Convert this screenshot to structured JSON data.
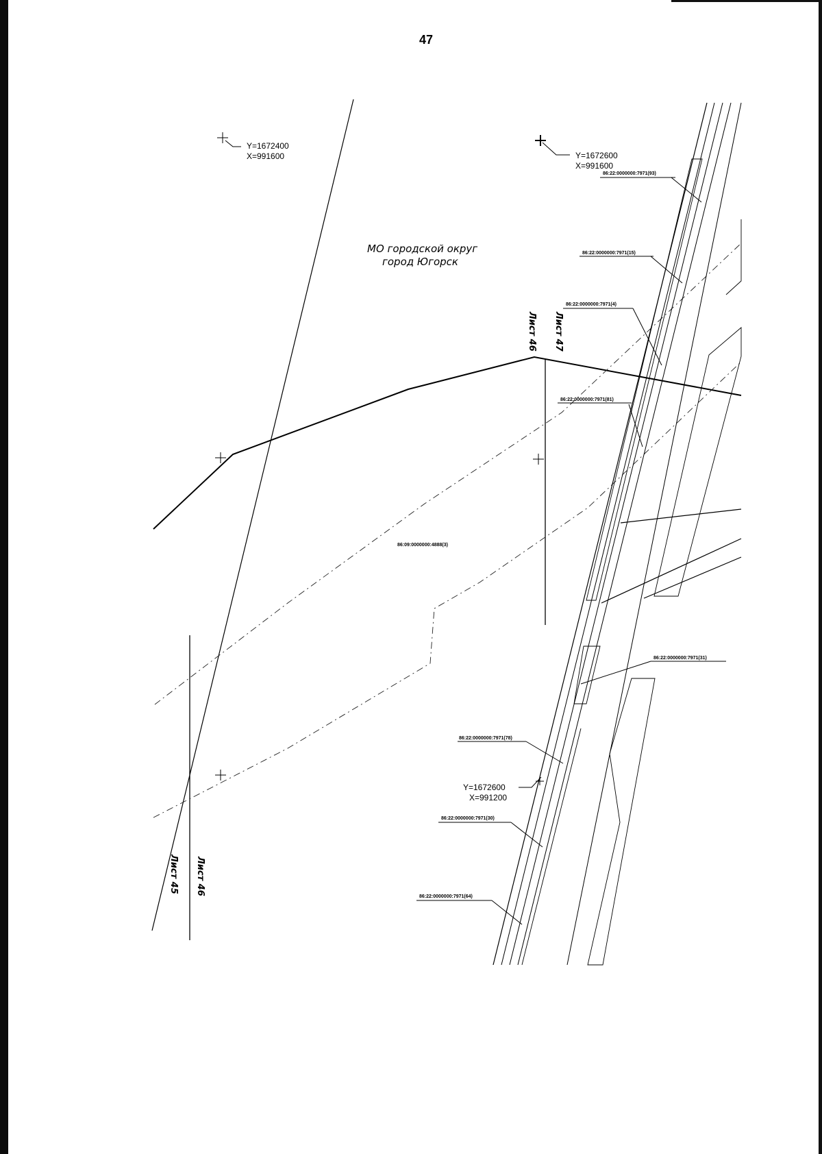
{
  "page_number": "47",
  "territory_label": {
    "line1": "МО городской округ",
    "line2": "город Югорск"
  },
  "coordinate_marks": [
    {
      "y": "Y=1672400",
      "x": "X=991600"
    },
    {
      "y": "Y=1672600",
      "x": "X=991600"
    },
    {
      "y": "Y=1672600",
      "x": "X=991200"
    }
  ],
  "sheet_labels": {
    "top_left": "Лист 46",
    "top_right": "Лист 47",
    "bottom_left": "Лист 45",
    "bottom_right": "Лист 46"
  },
  "parcels": [
    "86:22:0000000:7971(93)",
    "86:22:0000000:7971(15)",
    "86:22:0000000:7971(4)",
    "86:22:0000000:7971(81)",
    "86:09:0000000:4888(3)",
    "86:22:0000000:7971(31)",
    "86:22:0000000:7971(78)",
    "86:22:0000000:7971(30)",
    "86:22:0000000:7971(64)"
  ]
}
